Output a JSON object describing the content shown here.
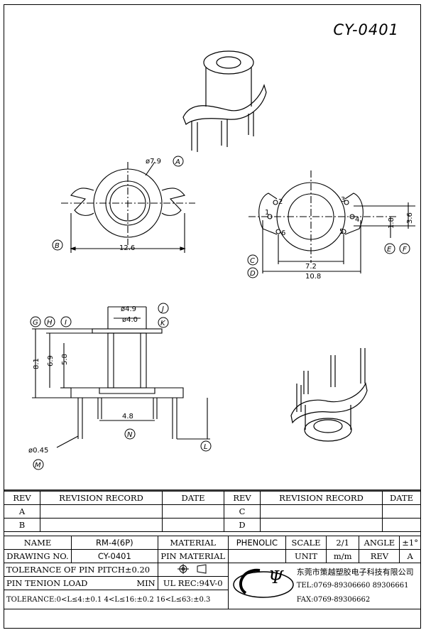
{
  "drawing_code": "CY-0401",
  "dimensions": {
    "top_diameter": "ø7.9",
    "width_top": "12.6",
    "pin_span_inner": "7.2",
    "pin_span_outer": "10.8",
    "height_small": "1.8",
    "height_large": "3.6",
    "bore_outer": "ø4.9",
    "bore_inner": "ø4.0",
    "height_total": "8.1",
    "height_mid": "6.9",
    "height_inner": "5.8",
    "base_width": "4.8",
    "pin_diameter": "ø0.45"
  },
  "callouts": [
    "A",
    "B",
    "C",
    "D",
    "E",
    "F",
    "G",
    "H",
    "I",
    "J",
    "K",
    "L",
    "M",
    "N"
  ],
  "pins": [
    "1",
    "2",
    "3",
    "4",
    "5",
    "6"
  ],
  "revision_table": {
    "headers": [
      "REV",
      "REVISION RECORD",
      "DATE",
      "REV",
      "REVISION RECORD",
      "DATE"
    ],
    "rows": [
      [
        "A",
        "",
        "",
        "C",
        "",
        ""
      ],
      [
        "B",
        "",
        "",
        "D",
        "",
        ""
      ]
    ]
  },
  "title_block": {
    "name_label": "NAME",
    "name_value": "RM-4(6P)",
    "drawing_no_label": "DRAWING NO.",
    "drawing_no_value": "CY-0401",
    "material_label": "MATERIAL",
    "material_value": "PHENOLIC",
    "pin_material_label": "PIN MATERIAL",
    "scale_label": "SCALE",
    "scale_value": "2/1",
    "angle_label": "ANGLE",
    "angle_value": "±1°",
    "unit_label": "UNIT",
    "unit_value": "m/m",
    "rev_label": "REV",
    "rev_value": "A",
    "tolerance_pitch": "TOLERANCE OF PIN PITCH±0.20",
    "pin_tension": "PIN TENION LOAD",
    "min_label": "MIN",
    "ul_rec": "UL REC:94V-0",
    "tolerance_general": "TOLERANCE:0<L≤4:±0.1  4<L≤16:±0.2  16<L≤63:±0.3",
    "company_name": "东莞市策越塑胶电子科技有限公司",
    "tel": "TEL:0769-89306660 89306661",
    "fax": "FAX:0769-89306662"
  }
}
